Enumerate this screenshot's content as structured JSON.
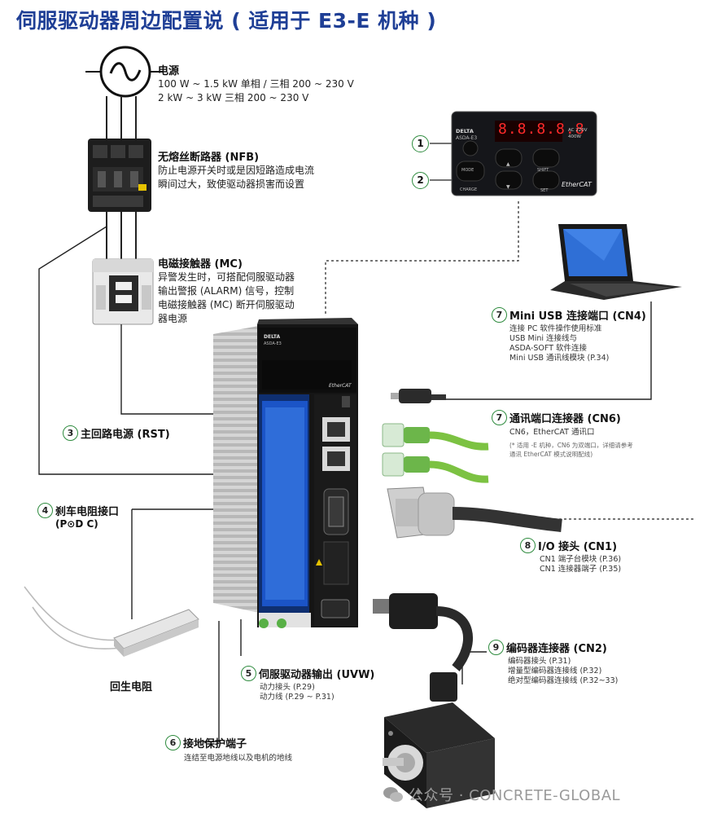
{
  "title": "伺服驱动器周边配置说 ( 适用于 E3-E 机种 )",
  "power": {
    "heading": "电源",
    "lines": [
      "100 W ~ 1.5 kW 单相 / 三相 200 ~ 230 V",
      "2 kW ~ 3 kW 三相 200 ~ 230 V"
    ]
  },
  "nfb": {
    "heading": "无熔丝断路器 (NFB)",
    "lines": [
      "防止电源开关时或是因短路造成电流",
      "瞬间过大，致使驱动器损害而设置"
    ]
  },
  "mc": {
    "heading": "电磁接触器 (MC)",
    "lines": [
      "异警发生时，可搭配伺服驱动器",
      "输出警报 (ALARM) 信号，控制",
      "电磁接触器 (MC) 断开伺服驱动",
      "器电源"
    ]
  },
  "panel": {
    "callout1": "1",
    "callout2": "2",
    "brand": "DELTA",
    "model": "ASDA-E3",
    "display": "8.8.8.8.8",
    "rating": "AC 220V 400W",
    "keys": [
      "MODE",
      "▲",
      "SHIFT",
      "CHARGE",
      "▼",
      "SET"
    ],
    "ethercat": "EtherCAT"
  },
  "drive": {
    "brand": "DELTA",
    "model": "ASDA-E3",
    "ethercat": "EtherCAT"
  },
  "cn4": {
    "num": "7",
    "heading": "Mini USB 连接端口 (CN4)",
    "lines": [
      "连接 PC 软件操作使用标准",
      "USB Mini 连接线与",
      "ASDA-SOFT 软件连接",
      "Mini USB 通讯线模块 (P.34)"
    ]
  },
  "cn6": {
    "num": "7",
    "heading": "通讯端口连接器 (CN6)",
    "line": "CN6，EtherCAT 通讯口",
    "notes": [
      "(* 适用 -E 机种，CN6 为双端口，详细请参考",
      "通讯 EtherCAT 模式说明配线)"
    ]
  },
  "rst": {
    "num": "3",
    "heading": "主回路电源 (RST)"
  },
  "brake": {
    "num": "4",
    "heading": "刹车电阻接口",
    "sub": "(P⊙D C)"
  },
  "io": {
    "num": "8",
    "heading": "I/O 接头 (CN1)",
    "lines": [
      "CN1 端子台模块 (P.36)",
      "CN1 连接器端子 (P.35)"
    ]
  },
  "cn2": {
    "num": "9",
    "heading": "编码器连接器 (CN2)",
    "lines": [
      "编码器接头 (P.31)",
      "增量型编码器连接线 (P.32)",
      "绝对型编码器连接线 (P.32~33)"
    ]
  },
  "uvw": {
    "num": "5",
    "heading": "伺服驱动器输出 (UVW)",
    "lines": [
      "动力接头 (P.29)",
      "动力线 (P.29 ~ P.31)"
    ]
  },
  "resistor": {
    "label": "回生电阻"
  },
  "ground": {
    "num": "6",
    "heading": "接地保护端子",
    "line": "连结至电源地线以及电机的地线"
  },
  "watermark": "公众号 · CONCRETE-GLOBAL",
  "colors": {
    "title": "#1f3f96",
    "badge": "#2e8b3e",
    "cable": "#7cc242"
  }
}
